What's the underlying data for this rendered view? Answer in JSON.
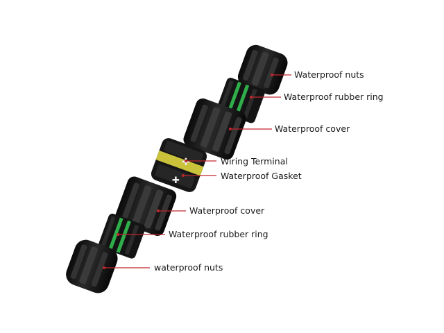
{
  "labels": {
    "top_nuts": "Waterproof nuts",
    "top_ring": "Waterproof rubber ring",
    "top_cover": "Waterproof cover",
    "terminal": "Wiring Terminal",
    "gasket": "Waterproof Gasket",
    "bottom_cover": "Waterproof cover",
    "bottom_ring": "Waterproof rubber ring",
    "bottom_nuts": "waterproof nuts"
  },
  "colors": {
    "background": "#ffffff",
    "body": "#151515",
    "leader": "#c0272d",
    "gasket": "#c9c23a",
    "seal": "#2fae4a",
    "text": "#1a1a1a"
  },
  "icons": {
    "terminal_screw": "plus-screw-icon"
  }
}
